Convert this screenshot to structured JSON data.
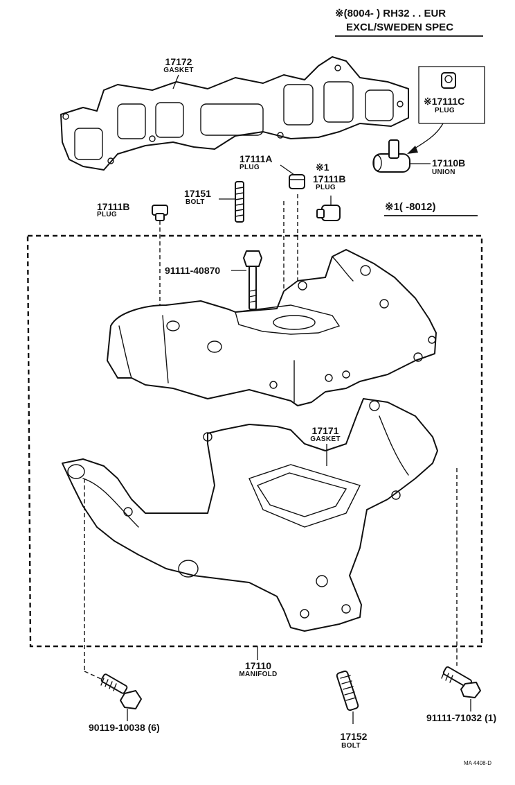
{
  "header": {
    "line1": "※(8004-        ) RH32 . . EUR",
    "line2": "EXCL/SWEDEN SPEC",
    "note_date": "※1(          -8012)"
  },
  "parts": {
    "p17172": {
      "number": "17172",
      "name": "GASKET"
    },
    "p17111C": {
      "number": "※17111C",
      "name": "PLUG"
    },
    "p17111A": {
      "number": "17111A",
      "name": "PLUG"
    },
    "mark1": {
      "number": "※1"
    },
    "p17111B_r": {
      "number": "17111B",
      "name": "PLUG"
    },
    "p17110B": {
      "number": "17110B",
      "name": "UNION"
    },
    "p17151": {
      "number": "17151",
      "name": "BOLT"
    },
    "p17111B_l": {
      "number": "17111B",
      "name": "PLUG"
    },
    "p91111_40870": {
      "number": "91111-40870"
    },
    "p17171": {
      "number": "17171",
      "name": "GASKET"
    },
    "p17110": {
      "number": "17110",
      "name": "MANIFOLD"
    },
    "p90119": {
      "number": "90119-10038 (6)"
    },
    "p17152": {
      "number": "17152",
      "name": "BOLT"
    },
    "p91111_71032": {
      "number": "91111-71032 (1)"
    }
  },
  "footer": {
    "code": "MA  4408-D"
  }
}
